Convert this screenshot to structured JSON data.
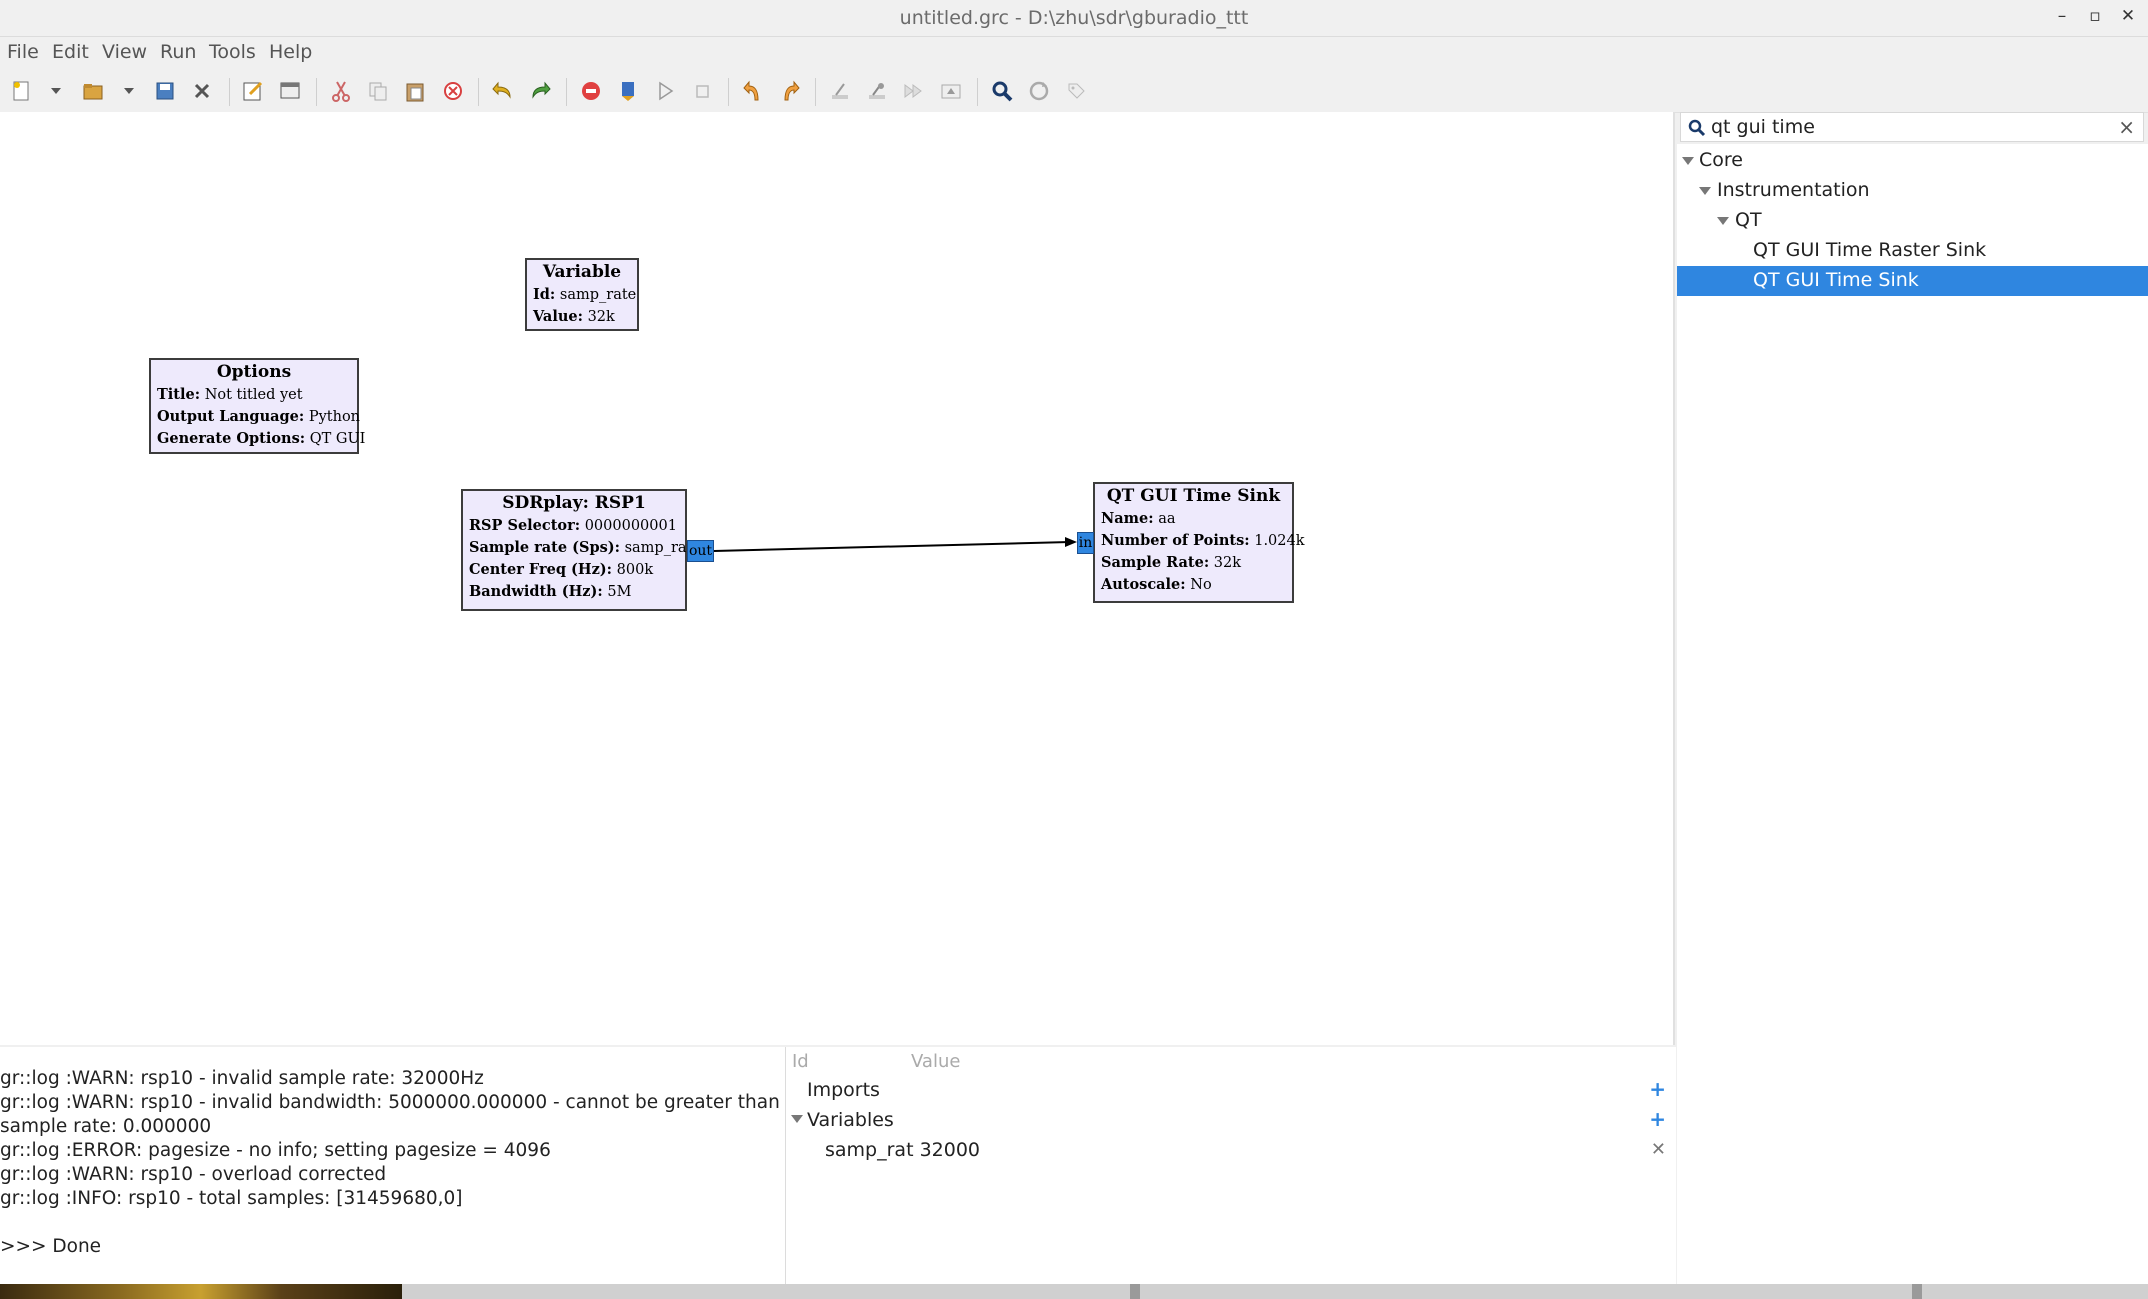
{
  "window": {
    "title": "untitled.grc - D:\\zhu\\sdr\\gburadio_ttt",
    "minimize": "–",
    "maximize": "▫",
    "close": "✕"
  },
  "menu": [
    "File",
    "Edit",
    "View",
    "Run",
    "Tools",
    "Help"
  ],
  "toolbar": {
    "icons": [
      "new-file",
      "new-dropdown",
      "open-file",
      "open-dropdown",
      "save",
      "close-file",
      "properties",
      "screen-capture",
      "cut",
      "copy",
      "paste",
      "delete",
      "undo",
      "redo",
      "stop",
      "generate",
      "execute",
      "kill",
      "rotate-ccw",
      "rotate-cw",
      "enable",
      "disable",
      "bypass",
      "create-hier",
      "find-block",
      "reload",
      "toggle-tooltips"
    ]
  },
  "blocks": {
    "variable": {
      "title": "Variable",
      "rows": [
        {
          "k": "Id:",
          "v": "samp_rate"
        },
        {
          "k": "Value:",
          "v": "32k"
        }
      ]
    },
    "options": {
      "title": "Options",
      "rows": [
        {
          "k": "Title:",
          "v": "Not titled yet"
        },
        {
          "k": "Output Language:",
          "v": "Python"
        },
        {
          "k": "Generate Options:",
          "v": "QT GUI"
        }
      ]
    },
    "sdrplay": {
      "title": "SDRplay: RSP1",
      "rows": [
        {
          "k": "RSP Selector:",
          "v": "0000000001"
        },
        {
          "k": "Sample rate (Sps):",
          "v": "samp_rate"
        },
        {
          "k": "Center Freq (Hz):",
          "v": "800k"
        },
        {
          "k": "Bandwidth (Hz):",
          "v": "5M"
        }
      ],
      "out_port": "out"
    },
    "timesink": {
      "title": "QT GUI Time Sink",
      "rows": [
        {
          "k": "Name:",
          "v": "aa"
        },
        {
          "k": "Number of Points:",
          "v": "1.024k"
        },
        {
          "k": "Sample Rate:",
          "v": "32k"
        },
        {
          "k": "Autoscale:",
          "v": "No"
        }
      ],
      "in_port": "in"
    }
  },
  "search": {
    "value": "qt gui time",
    "clear": "×"
  },
  "tree": [
    {
      "label": "Core",
      "level": 0,
      "expanded": true
    },
    {
      "label": "Instrumentation",
      "level": 1,
      "expanded": true
    },
    {
      "label": "QT",
      "level": 2,
      "expanded": true
    },
    {
      "label": "QT GUI Time Raster Sink",
      "level": 3
    },
    {
      "label": "QT GUI Time Sink",
      "level": 3,
      "selected": true
    }
  ],
  "console": [
    "gr::log :WARN: rsp10 - invalid sample rate: 32000Hz",
    "gr::log :WARN: rsp10 - invalid bandwidth: 5000000.000000 - cannot be  greater than",
    "sample rate: 0.000000",
    "gr::log :ERROR: pagesize - no info; setting pagesize = 4096",
    "gr::log :WARN: rsp10 - overload corrected",
    "gr::log :INFO: rsp10 - total samples: [31459680,0]",
    "",
    ">>> Done"
  ],
  "variables_panel": {
    "col_id": "Id",
    "col_value": "Value",
    "imports": "Imports",
    "variables": "Variables",
    "entry_id": "samp_rat",
    "entry_value": "32000"
  },
  "colors": {
    "accent": "#2f86e0",
    "block_fill": "#eeeafc"
  }
}
